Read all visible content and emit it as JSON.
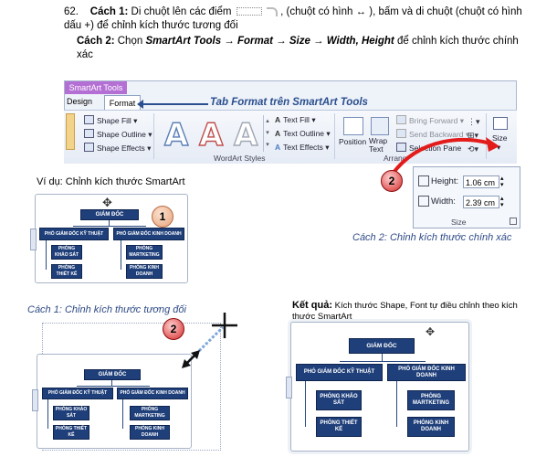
{
  "intro": {
    "number": "62.",
    "method1_label": "Cách 1:",
    "method1_text_a": "Di chuột lên các điểm",
    "method1_text_b": ", (chuột có hình ↔ ), bấm và di chuột (chuột có hình dấu +) để chỉnh  kích thước tương đối",
    "method2_label": "Cách 2:",
    "method2_text_a": "Chọn",
    "method2_path": "SmartArt Tools → Format → Size → Width, Height",
    "method2_text_b": "để chỉnh kích thước chính xác"
  },
  "ribbon": {
    "context_tab": "SmartArt Tools",
    "tab_design": "Design",
    "tab_format": "Format",
    "annotation": "Tab Format trên SmartArt Tools",
    "shape_fill": "Shape Fill",
    "shape_outline": "Shape Outline",
    "shape_effects": "Shape Effects",
    "text_fill": "Text Fill",
    "text_outline": "Text Outline",
    "text_effects": "Text Effects",
    "wordart_glyph": "A",
    "wordart_group": "WordArt Styles",
    "position": "Position",
    "wrap_text": "Wrap Text",
    "bring_forward": "Bring Forward",
    "send_backward": "Send Backward",
    "selection_pane": "Selection Pane",
    "arrange_group": "Arrang",
    "size_button": "Size"
  },
  "size_panel": {
    "height_label": "Height:",
    "height_value": "1.06 cm",
    "width_label": "Width:",
    "width_value": "2.39 cm",
    "group_label": "Size"
  },
  "captions": {
    "example": "Ví dụ: Chỉnh kích thước SmartArt",
    "method2_caption": "Cách 2: Chỉnh kích thước chính xác",
    "method1_caption": "Cách 1: Chỉnh kích thước tương đối",
    "result_label": "Kết quả:",
    "result_text": "Kích  thước  Shape, Font tự điều chỉnh theo kích  thước SmartArt"
  },
  "badges": {
    "one": "1",
    "two": "2"
  },
  "org": {
    "ceo": "GIÁM ĐỐC",
    "vp_tech": "PHÓ GIÁM ĐỐC KỸ THUẬT",
    "vp_sales": "PHÓ GIÁM ĐỐC KINH DOANH",
    "survey": "PHÒNG KHẢO SÁT",
    "design": "PHÒNG THIẾT KẾ",
    "marketing": "PHÒNG MARTKETING",
    "business": "PHÒNG KINH DOANH"
  },
  "colors": {
    "accent_blue": "#1f3f7a",
    "badge_red": "#d52a2a",
    "arrow_red": "#e31b1b"
  }
}
